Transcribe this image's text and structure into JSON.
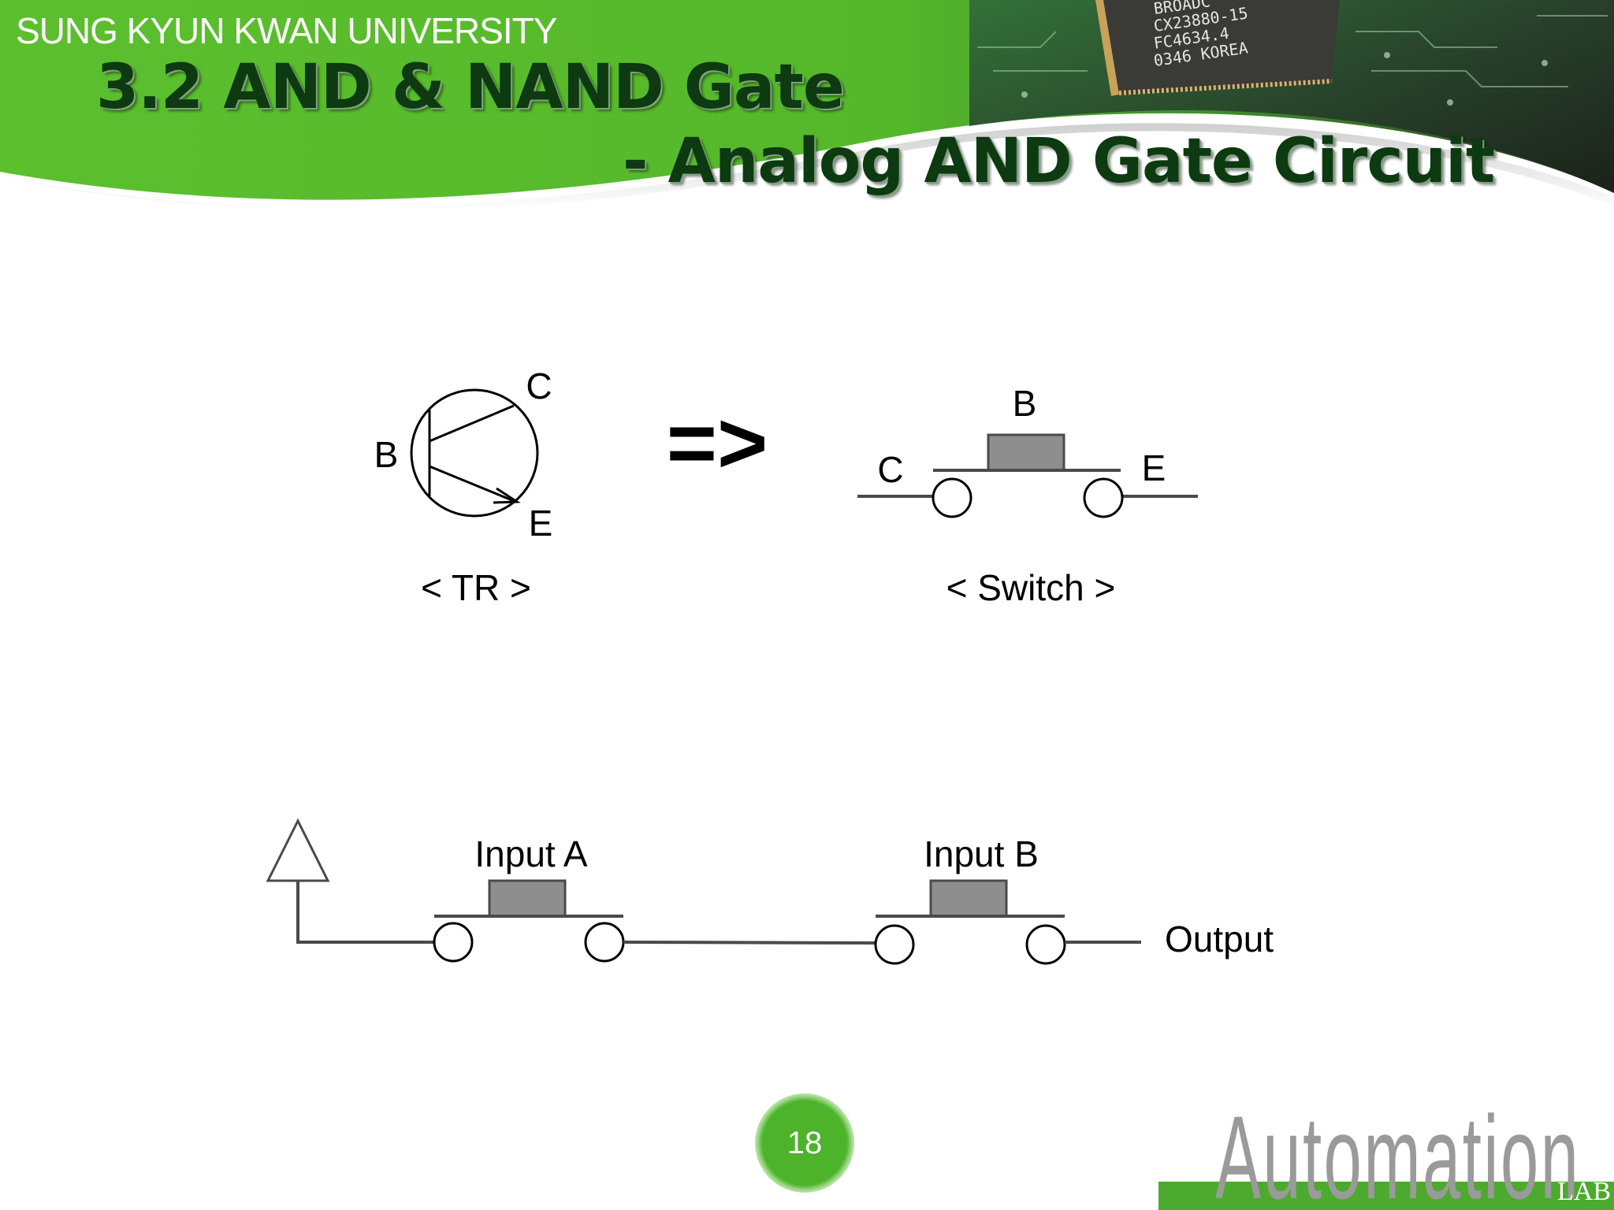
{
  "header": {
    "university": "SUNG KYUN KWAN UNIVERSITY",
    "title_line1": "3.2 AND & NAND Gate",
    "title_line2": "- Analog AND Gate Circuit",
    "chip_text": [
      "BROADC",
      "CX23880-15",
      "FC4634.4",
      "0346 KOREA"
    ],
    "colors": {
      "banner_green": "#5bbf2f",
      "title_text": "#0d3a10"
    }
  },
  "transistor": {
    "label_c": "C",
    "label_b": "B",
    "label_e": "E",
    "caption": "< TR >"
  },
  "equivalence_arrow": "=>",
  "switch": {
    "label_b": "B",
    "label_c": "C",
    "label_e": "E",
    "caption": "< Switch >"
  },
  "and_circuit": {
    "input_a": "Input A",
    "input_b": "Input B",
    "output": "Output"
  },
  "footer": {
    "page_number": "18",
    "logo_word": "Automation",
    "logo_suffix": "LAB"
  }
}
